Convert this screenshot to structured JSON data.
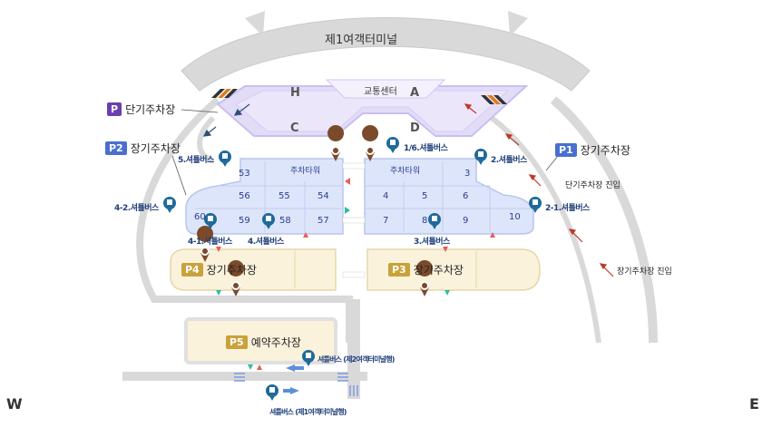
{
  "terminal": {
    "title": "제1여객터미널"
  },
  "transport_center": {
    "label": "교통센터",
    "zones": [
      "H",
      "A",
      "C",
      "D"
    ]
  },
  "parking_lots": {
    "short_term": {
      "badge": "P",
      "label": "단기주차장",
      "color": "#6a3fb0"
    },
    "p1": {
      "badge": "P1",
      "label": "장기주차장",
      "color": "#4a6fd0"
    },
    "p2": {
      "badge": "P2",
      "label": "장기주차장",
      "color": "#4a6fd0"
    },
    "p3": {
      "badge": "P3",
      "label": "장기주차장",
      "color": "#c9a23a"
    },
    "p4": {
      "badge": "P4",
      "label": "장기주차장",
      "color": "#c9a23a"
    },
    "p5": {
      "badge": "P5",
      "label": "예약주차장",
      "color": "#c9a23a"
    }
  },
  "blocks": {
    "west": [
      "53",
      "56",
      "55",
      "54",
      "59",
      "58",
      "57",
      "60"
    ],
    "east": [
      "3",
      "4",
      "5",
      "6",
      "7",
      "8",
      "9",
      "10"
    ],
    "tower_label": "주차타워"
  },
  "shuttle_stops": {
    "s5": "5.셔틀버스",
    "s1_6": "1/6.셔틀버스",
    "s2": "2.셔틀버스",
    "s4_2": "4-2.셔틀버스",
    "s2_1": "2-1.셔틀버스",
    "s4_1": "4-1.셔틀버스",
    "s4": "4.셔틀버스",
    "s3": "3.셔틀버스",
    "t2": "셔틀버스 (제2여객터미널행)",
    "t1": "셔틀버스 (제1여객터미널행)"
  },
  "entries": {
    "short_term_entry": "단기주차장 진입",
    "long_term_entry": "장기주차장 진입"
  },
  "compass": {
    "west": "W",
    "east": "E"
  },
  "colors": {
    "road": "#d9d9d9",
    "lot_blue": "#dde5fb",
    "lot_blue_border": "#b8c6ec",
    "lot_yellow": "#fbf2dc",
    "lot_yellow_border": "#e6d6a8",
    "transport_purple": "#e3dcf7",
    "pin_brown": "#7a4a2a",
    "pin_blue": "#1f6a9a",
    "arrow_red": "#c0392b"
  }
}
